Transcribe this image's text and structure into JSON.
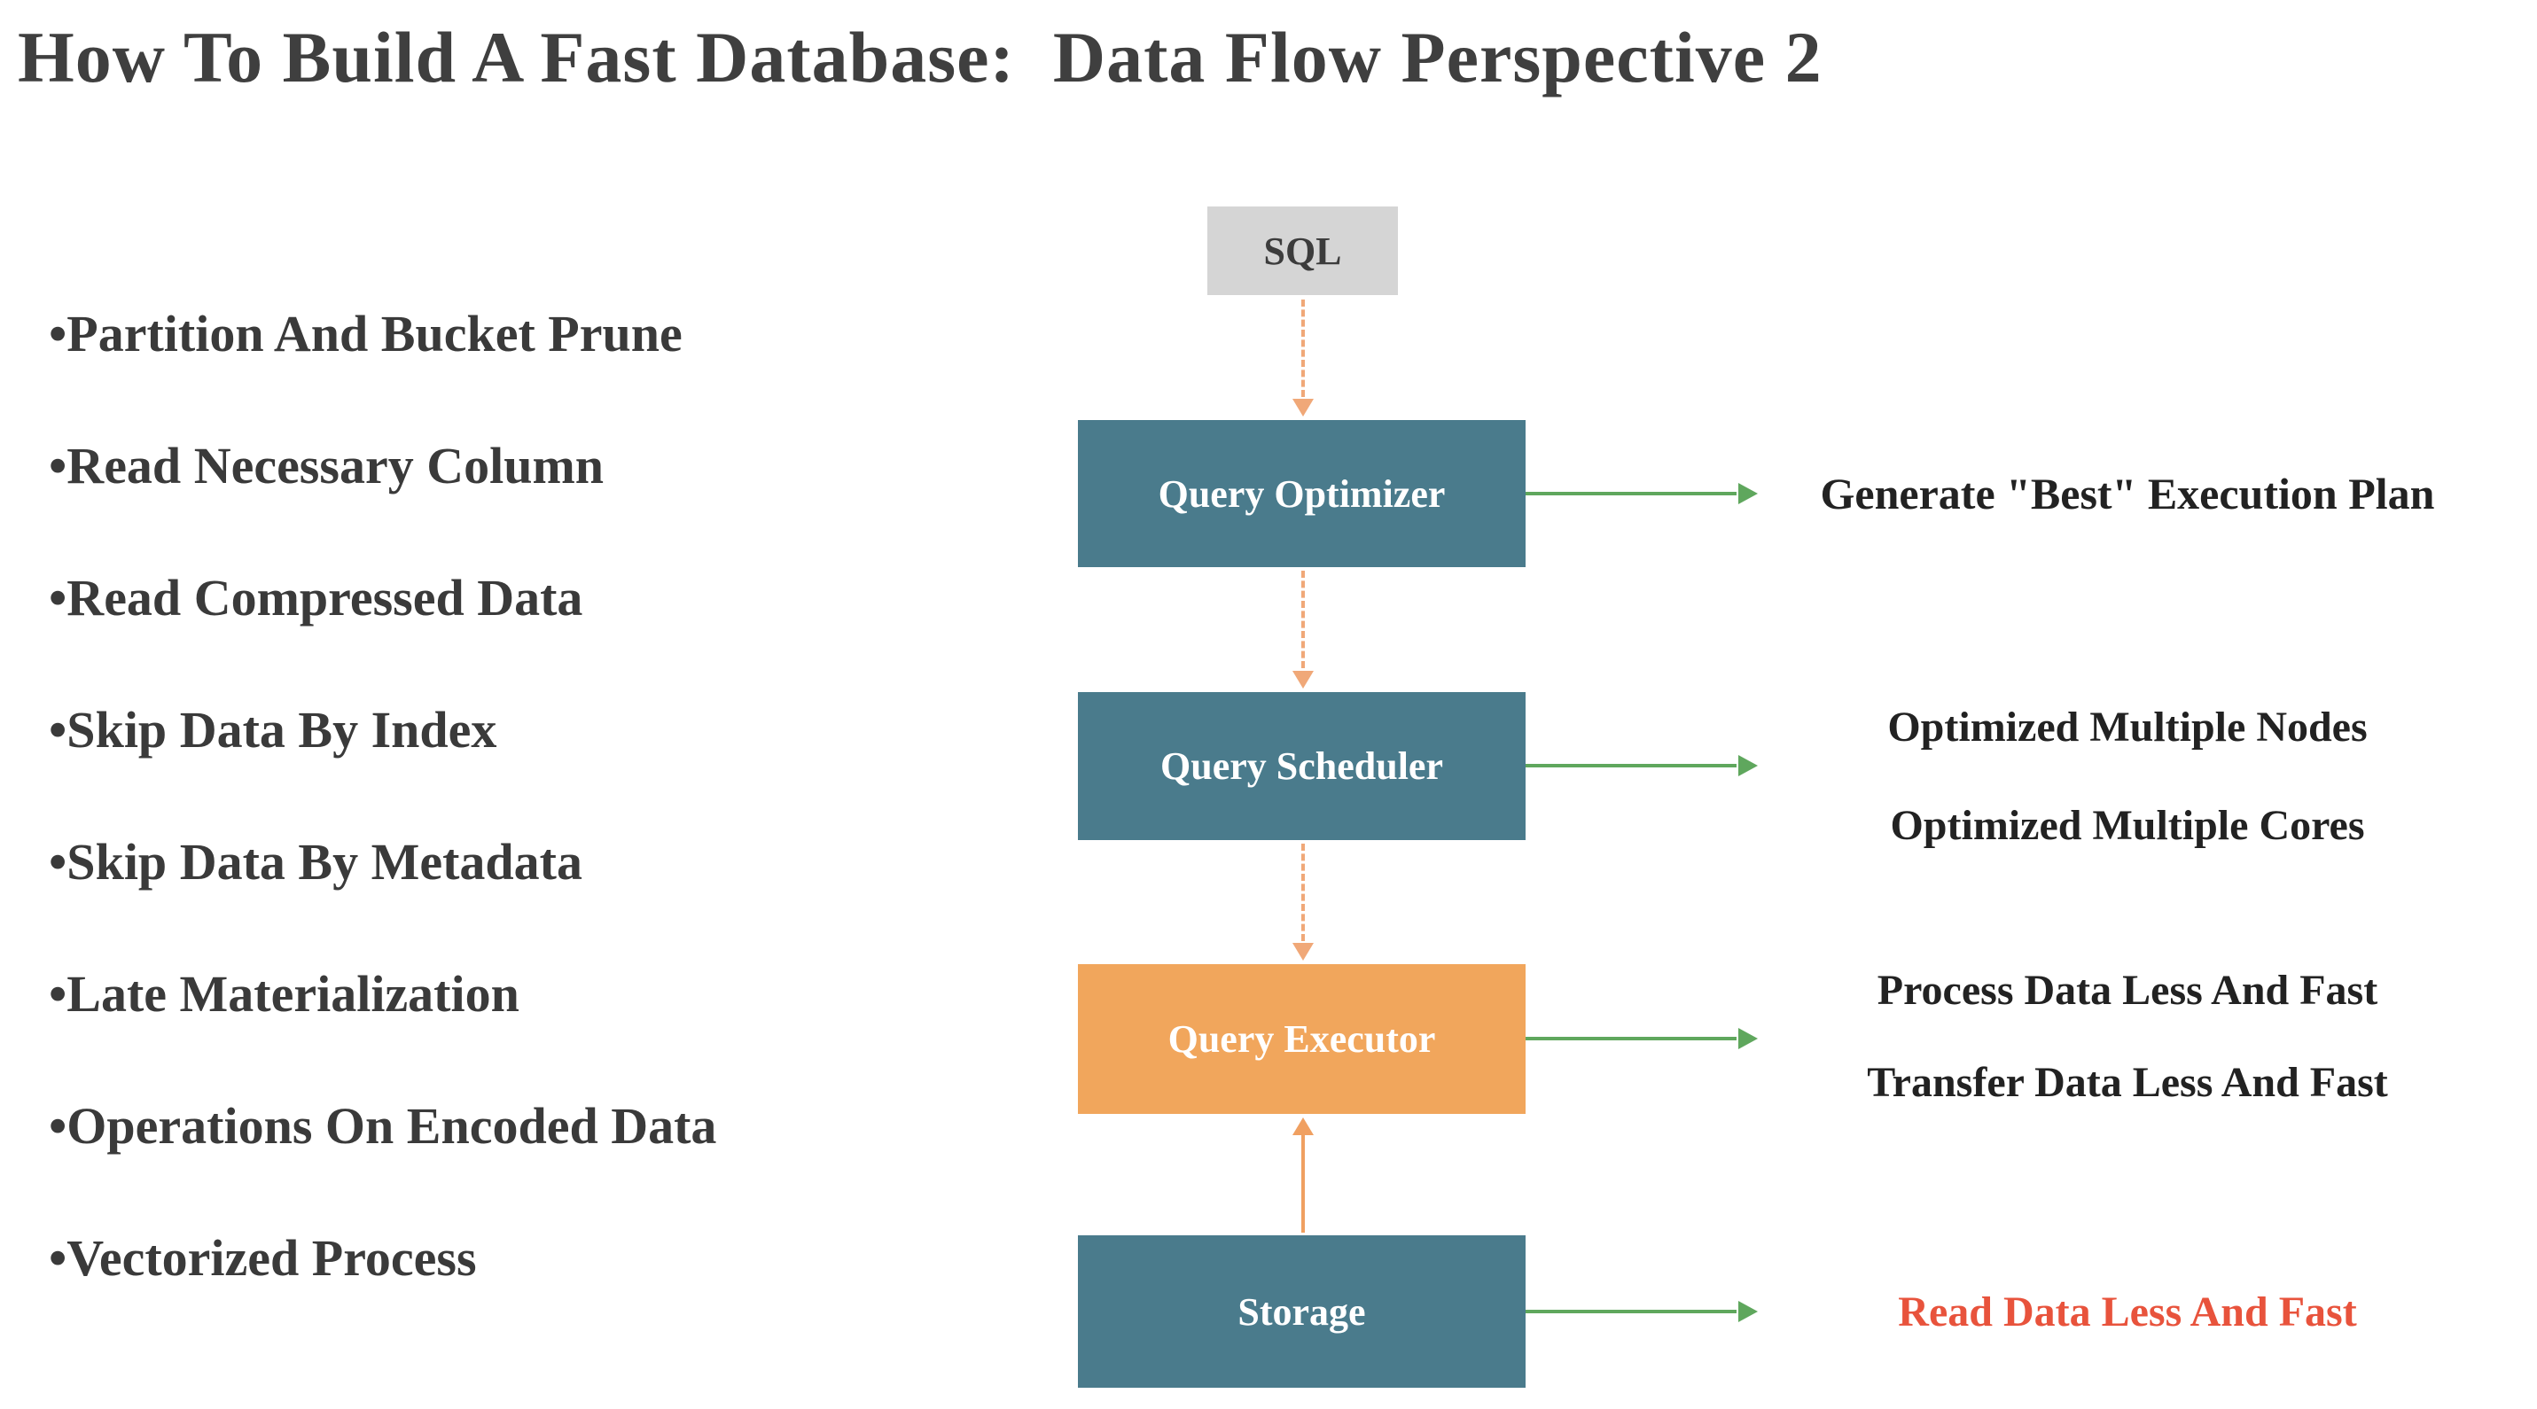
{
  "title": "How To Build A Fast Database:  Data Flow Perspective 2",
  "bullets": [
    "•Partition And Bucket Prune",
    "•Read Necessary Column",
    "•Read Compressed Data",
    "•Skip Data By Index",
    "•Skip Data By Metadata",
    "•Late Materialization",
    "•Operations On Encoded Data",
    "•Vectorized Process"
  ],
  "flow": {
    "sql": "SQL",
    "optimizer": "Query Optimizer",
    "scheduler": "Query Scheduler",
    "executor": "Query Executor",
    "storage": "Storage"
  },
  "annotations": {
    "optimizer": [
      "Generate \"Best\" Execution Plan"
    ],
    "scheduler": [
      "Optimized Multiple Nodes",
      "Optimized Multiple Cores"
    ],
    "executor": [
      "Process Data Less And Fast",
      "Transfer Data Less And Fast"
    ],
    "storage": [
      "Read Data Less And Fast"
    ]
  },
  "colors": {
    "node_teal": "#4a7b8c",
    "node_orange": "#f1a65c",
    "sql_gray": "#d5d5d5",
    "arrow_green": "#5fa75d",
    "arrow_orange_dashed": "#f0a878",
    "arrow_orange_solid": "#f0a061",
    "annotation_red": "#e8533c",
    "title_gray": "#3f3f3f",
    "bullet_gray": "#3a3a3a"
  }
}
